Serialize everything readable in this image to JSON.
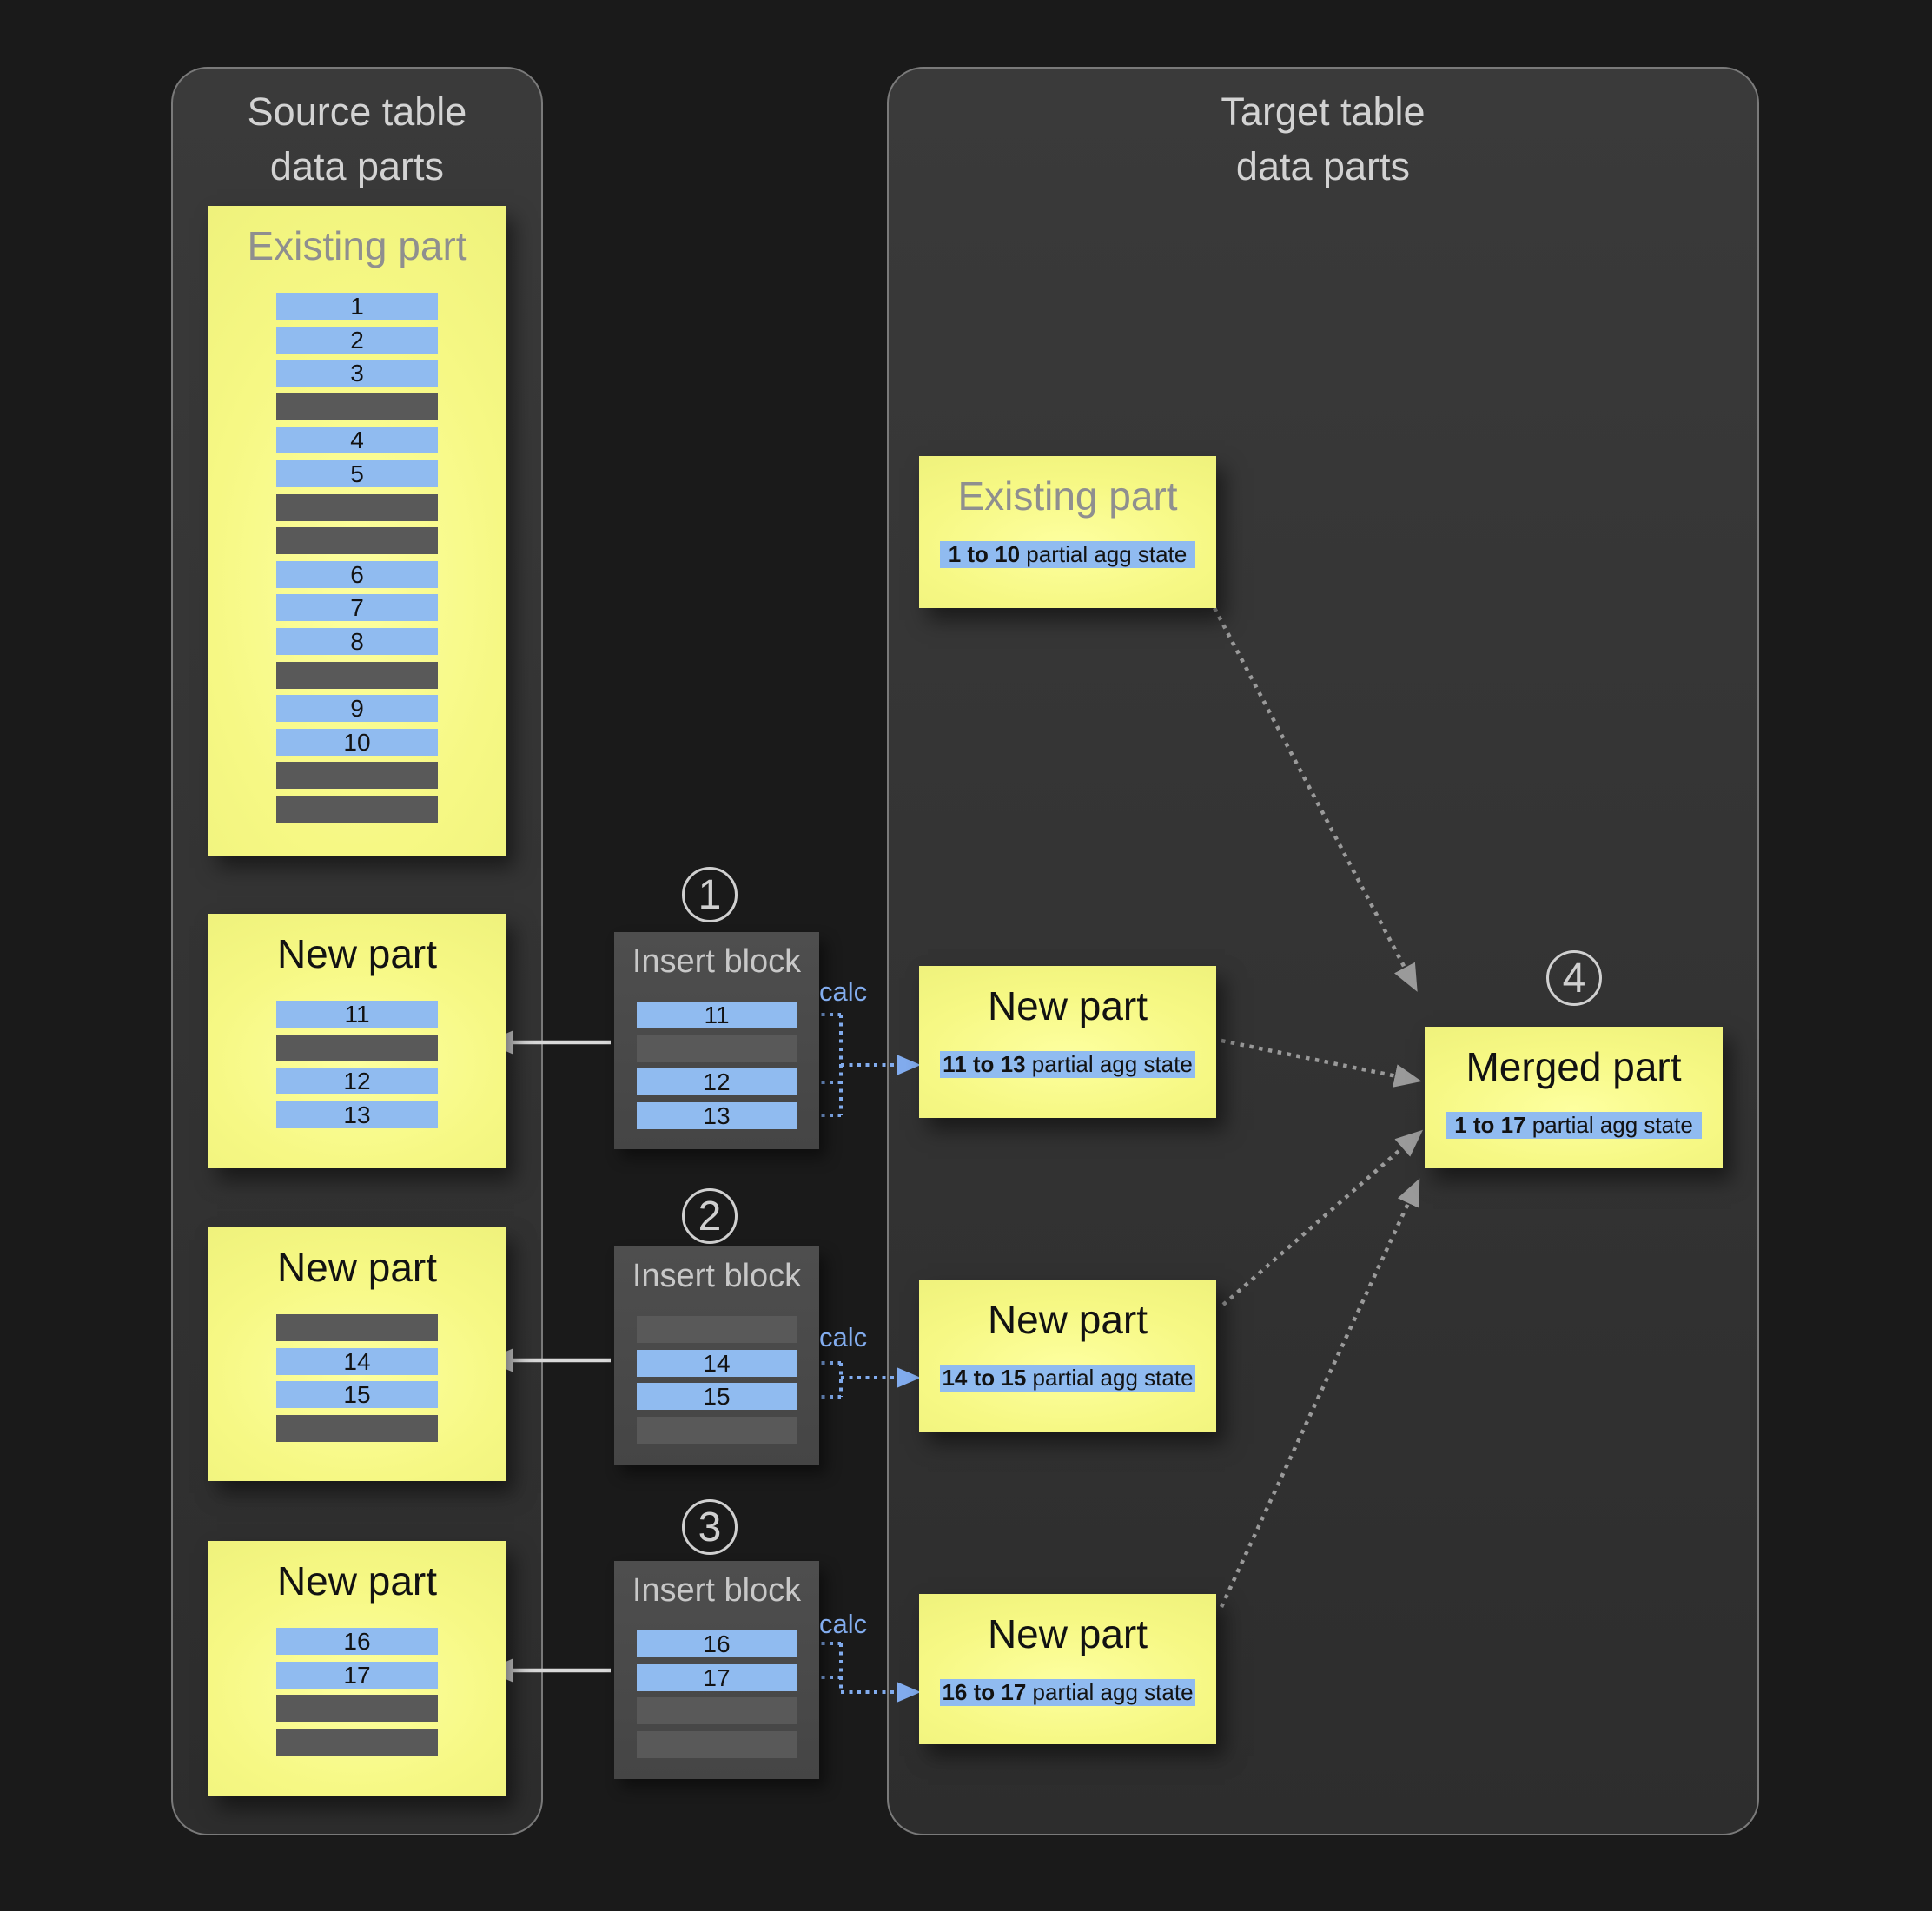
{
  "theme": {
    "bg": "#1a1a1a",
    "panel-bg-top": "#3a3a3a",
    "panel-bg-bottom": "#2d2d2d",
    "panel-border": "#7a7a7a",
    "panel-title-color": "#d3d3d3",
    "yellow-edge": "#eef17b",
    "yellow-mid": "#f6f884",
    "yellow-center": "#fdff9f",
    "row-blue": "#90bbf0",
    "row-gray": "#595959",
    "insert-bg-top": "#4e4e4e",
    "insert-bg-bottom": "#454545",
    "insert-title-color": "#c8c8c8",
    "muted-title-color": "#8f8f8f",
    "black-text": "#121212",
    "calc-blue": "#82acee",
    "arrow-white": "#d9d9d9",
    "arrow-gray": "#9a9a9a",
    "step-circle": "#d0d0d0"
  },
  "source_panel": {
    "title": "Source table\ndata parts",
    "existing_part": {
      "title": "Existing part",
      "rows": [
        {
          "kind": "data",
          "value": "1"
        },
        {
          "kind": "data",
          "value": "2"
        },
        {
          "kind": "data",
          "value": "3"
        },
        {
          "kind": "empty",
          "value": ""
        },
        {
          "kind": "data",
          "value": "4"
        },
        {
          "kind": "data",
          "value": "5"
        },
        {
          "kind": "empty",
          "value": ""
        },
        {
          "kind": "empty",
          "value": ""
        },
        {
          "kind": "data",
          "value": "6"
        },
        {
          "kind": "data",
          "value": "7"
        },
        {
          "kind": "data",
          "value": "8"
        },
        {
          "kind": "empty",
          "value": ""
        },
        {
          "kind": "data",
          "value": "9"
        },
        {
          "kind": "data",
          "value": "10"
        },
        {
          "kind": "empty",
          "value": ""
        },
        {
          "kind": "empty",
          "value": ""
        }
      ]
    },
    "new_parts": [
      {
        "title": "New part",
        "rows": [
          {
            "kind": "data",
            "value": "11"
          },
          {
            "kind": "empty",
            "value": ""
          },
          {
            "kind": "data",
            "value": "12"
          },
          {
            "kind": "data",
            "value": "13"
          }
        ]
      },
      {
        "title": "New part",
        "rows": [
          {
            "kind": "empty",
            "value": ""
          },
          {
            "kind": "data",
            "value": "14"
          },
          {
            "kind": "data",
            "value": "15"
          },
          {
            "kind": "empty",
            "value": ""
          }
        ]
      },
      {
        "title": "New part",
        "rows": [
          {
            "kind": "data",
            "value": "16"
          },
          {
            "kind": "data",
            "value": "17"
          },
          {
            "kind": "empty",
            "value": ""
          },
          {
            "kind": "empty",
            "value": ""
          }
        ]
      }
    ]
  },
  "insert_blocks": [
    {
      "step": "1",
      "title": "Insert block",
      "calc_label": "calc",
      "rows": [
        {
          "kind": "data",
          "value": "11"
        },
        {
          "kind": "empty",
          "value": ""
        },
        {
          "kind": "data",
          "value": "12"
        },
        {
          "kind": "data",
          "value": "13"
        }
      ]
    },
    {
      "step": "2",
      "title": "Insert block",
      "calc_label": "calc",
      "rows": [
        {
          "kind": "empty",
          "value": ""
        },
        {
          "kind": "data",
          "value": "14"
        },
        {
          "kind": "data",
          "value": "15"
        },
        {
          "kind": "empty",
          "value": ""
        }
      ]
    },
    {
      "step": "3",
      "title": "Insert block",
      "calc_label": "calc",
      "rows": [
        {
          "kind": "data",
          "value": "16"
        },
        {
          "kind": "data",
          "value": "17"
        },
        {
          "kind": "empty",
          "value": ""
        },
        {
          "kind": "empty",
          "value": ""
        }
      ]
    }
  ],
  "target_panel": {
    "title": "Target table\ndata parts",
    "parts": [
      {
        "title": "Existing part",
        "range": "1 to 10",
        "state_label": " partial agg state"
      },
      {
        "title": "New part",
        "range": "11 to 13",
        "state_label": " partial agg state"
      },
      {
        "title": "New part",
        "range": "14 to 15",
        "state_label": " partial agg state"
      },
      {
        "title": "New part",
        "range": "16 to 17",
        "state_label": " partial agg state"
      }
    ],
    "merged_part": {
      "step": "4",
      "title": "Merged part",
      "range": "1 to 17",
      "state_label": " partial agg state"
    }
  }
}
